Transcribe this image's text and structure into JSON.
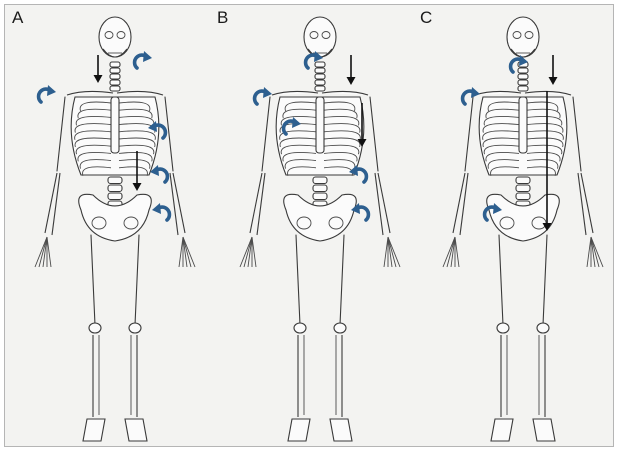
{
  "panels": [
    {
      "label": "A"
    },
    {
      "label": "B"
    },
    {
      "label": "C"
    }
  ],
  "colors": {
    "rotation_marker": "#2d5f8f",
    "force_arrow": "#111111",
    "background": "#f3f3f1",
    "bone_outline": "#3a3a3a"
  },
  "icons": {
    "rotation": "curved-rotation-arrow-icon",
    "force": "down-arrow-icon"
  }
}
